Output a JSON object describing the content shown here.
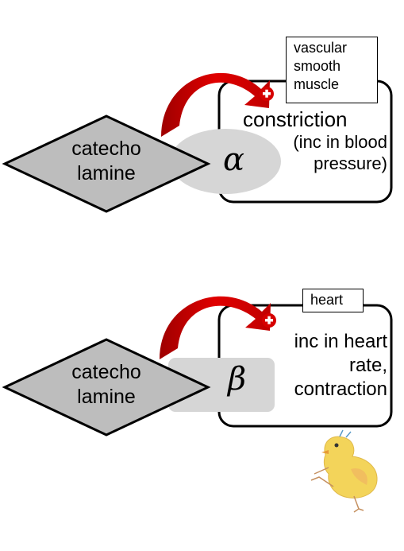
{
  "panels": [
    {
      "id": "alpha",
      "ligand": "catecho\nlamine",
      "receptor_symbol": "α",
      "target_tissue": "vascular\nsmooth\nmuscle",
      "effect_main": "constriction",
      "effect_detail": "(inc in blood\npressure)",
      "effect_sign": "+"
    },
    {
      "id": "beta",
      "ligand": "catecho\nlamine",
      "receptor_symbol": "β",
      "target_tissue": "heart",
      "effect_main": "inc in heart\nrate,\ncontraction",
      "effect_sign": "+"
    }
  ],
  "colors": {
    "diamond_fill": "#bdbdbd",
    "receptor_fill": "#d6d6d6",
    "arrow_red": "#d60000",
    "chick_yellow": "#f3d45a"
  },
  "icons": {
    "sign": "plus-sign-icon",
    "mascot": "chick-drawing-icon"
  }
}
